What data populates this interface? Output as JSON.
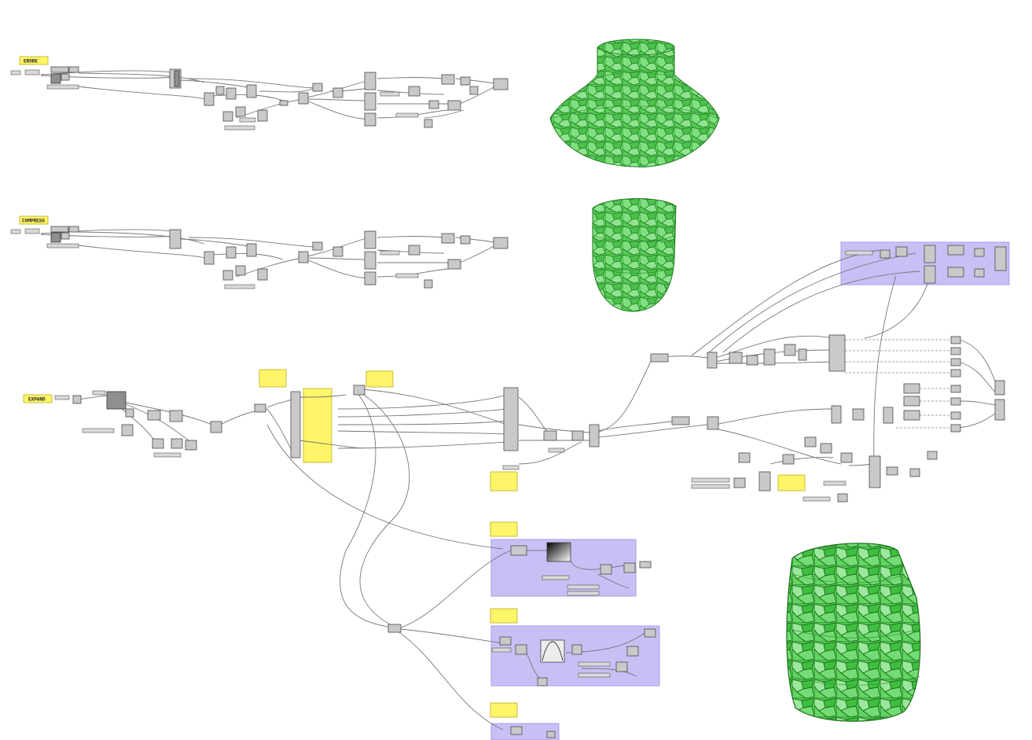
{
  "labels": {
    "erode": "ERODE",
    "compress": "COMPRESS",
    "expand": "EXPAND"
  },
  "colors": {
    "background": "#ffffff",
    "group_fill": "#c8c0f5",
    "panel_fill": "#fff568",
    "node_fill": "#c9c9c9",
    "wire": "#777777",
    "mesh_green": "#3fc23f"
  }
}
